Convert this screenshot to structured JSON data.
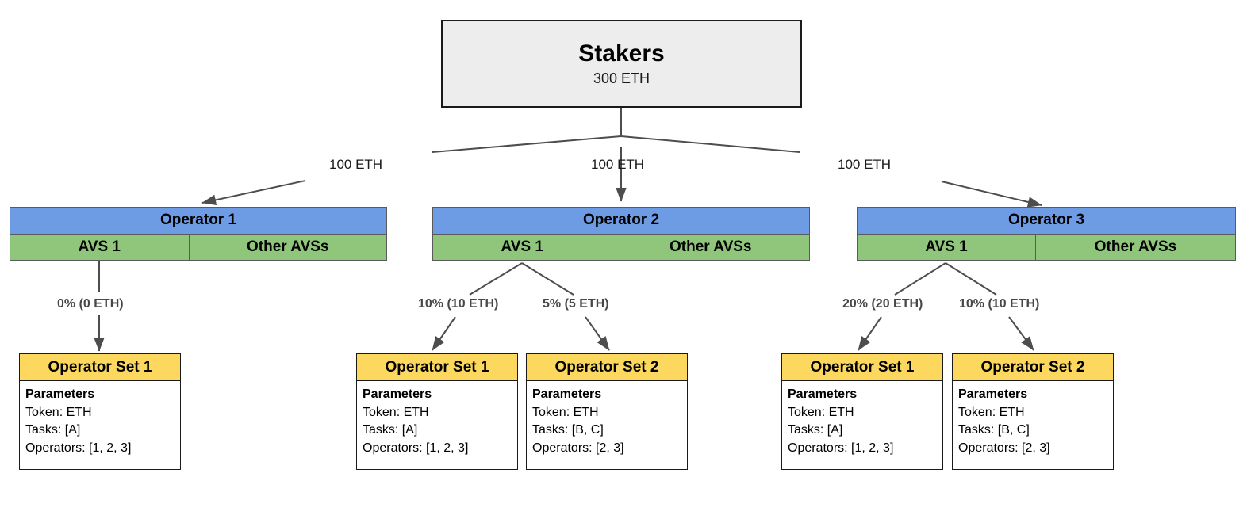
{
  "diagram": {
    "title": "Stakers delegation to operators and operator sets",
    "colors": {
      "stakers_fill": "#ededed",
      "operator_header_fill": "#6e9ce4",
      "avs_fill": "#8fc67c",
      "operator_set_header_fill": "#fcd95e",
      "edge_stroke": "#4d4d4d",
      "label_text": "#474747"
    }
  },
  "stakers": {
    "title": "Stakers",
    "amount": "300 ETH"
  },
  "delegation_labels": [
    {
      "text": "100 ETH"
    },
    {
      "text": "100 ETH"
    },
    {
      "text": "100 ETH"
    }
  ],
  "operators": [
    {
      "name": "Operator 1",
      "avs_left": "AVS 1",
      "avs_right": "Other AVSs",
      "allocations": [
        {
          "text": "0% (0 ETH)"
        }
      ],
      "operator_sets": [
        {
          "title": "Operator Set 1",
          "params_title": "Parameters",
          "params": [
            "Token: ETH",
            "Tasks: [A]",
            "Operators: [1, 2, 3]"
          ]
        }
      ]
    },
    {
      "name": "Operator 2",
      "avs_left": "AVS 1",
      "avs_right": "Other AVSs",
      "allocations": [
        {
          "text": "10% (10 ETH)"
        },
        {
          "text": "5% (5 ETH)"
        }
      ],
      "operator_sets": [
        {
          "title": "Operator Set 1",
          "params_title": "Parameters",
          "params": [
            "Token: ETH",
            "Tasks: [A]",
            "Operators: [1, 2, 3]"
          ]
        },
        {
          "title": "Operator Set 2",
          "params_title": "Parameters",
          "params": [
            "Token: ETH",
            "Tasks: [B, C]",
            "Operators: [2, 3]"
          ]
        }
      ]
    },
    {
      "name": "Operator 3",
      "avs_left": "AVS 1",
      "avs_right": "Other AVSs",
      "allocations": [
        {
          "text": "20% (20 ETH)"
        },
        {
          "text": "10% (10 ETH)"
        }
      ],
      "operator_sets": [
        {
          "title": "Operator Set 1",
          "params_title": "Parameters",
          "params": [
            "Token: ETH",
            "Tasks: [A]",
            "Operators: [1, 2, 3]"
          ]
        },
        {
          "title": "Operator Set 2",
          "params_title": "Parameters",
          "params": [
            "Token: ETH",
            "Tasks: [B, C]",
            "Operators: [2, 3]"
          ]
        }
      ]
    }
  ]
}
